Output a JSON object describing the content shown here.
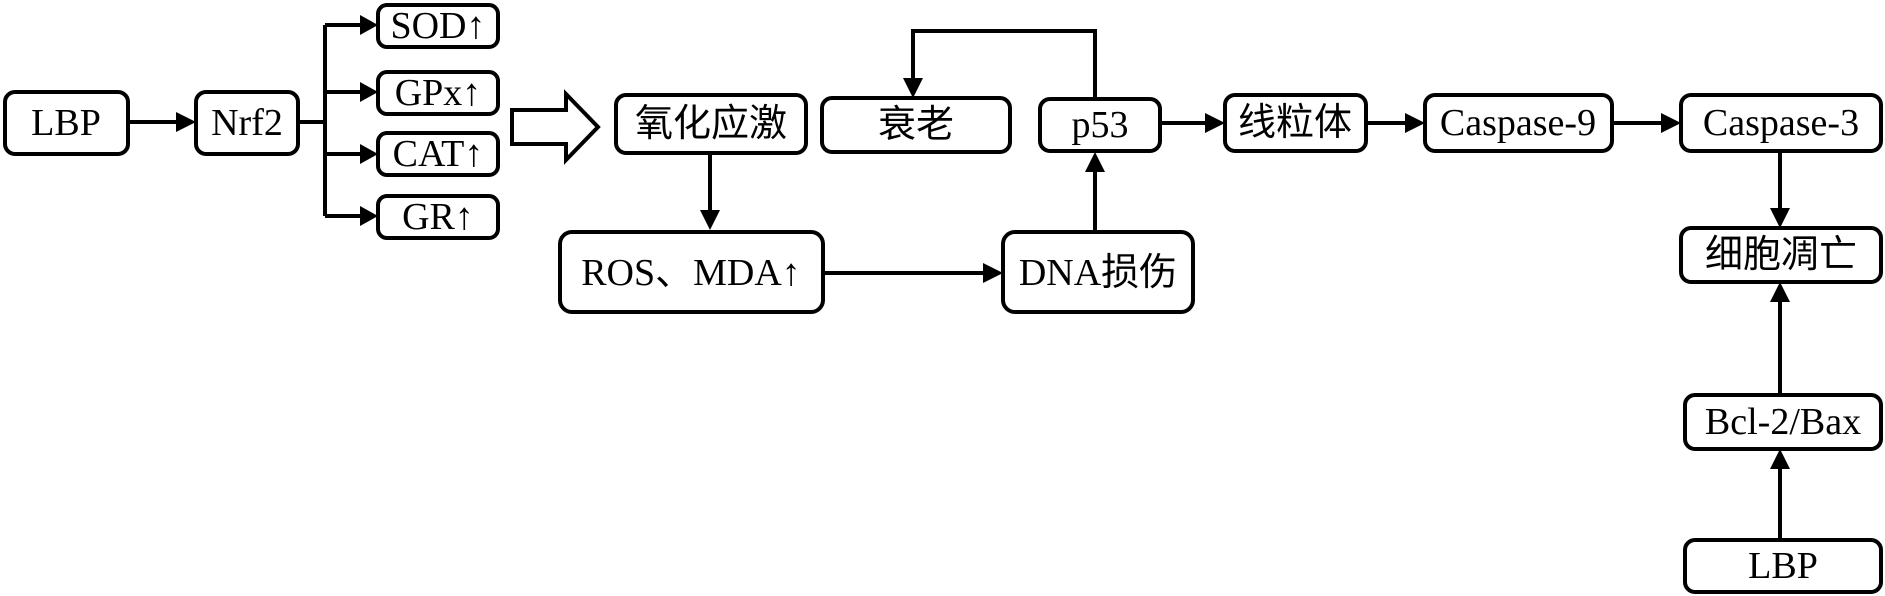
{
  "nodes": {
    "lbp_left": "LBP",
    "nrf2": "Nrf2",
    "sod": "SOD↑",
    "gpx": "GPx↑",
    "cat": "CAT↑",
    "gr": "GR↑",
    "oxidative_stress": "氧化应激",
    "ros_mda": "ROS、MDA↑",
    "senescence": "衰老",
    "p53": "p53",
    "dna_damage": "DNA损伤",
    "mitochondria": "线粒体",
    "caspase9": "Caspase-9",
    "caspase3": "Caspase-3",
    "apoptosis": "细胞凋亡",
    "bcl2_bax": "Bcl-2/Bax",
    "lbp_bottom": "LBP"
  }
}
